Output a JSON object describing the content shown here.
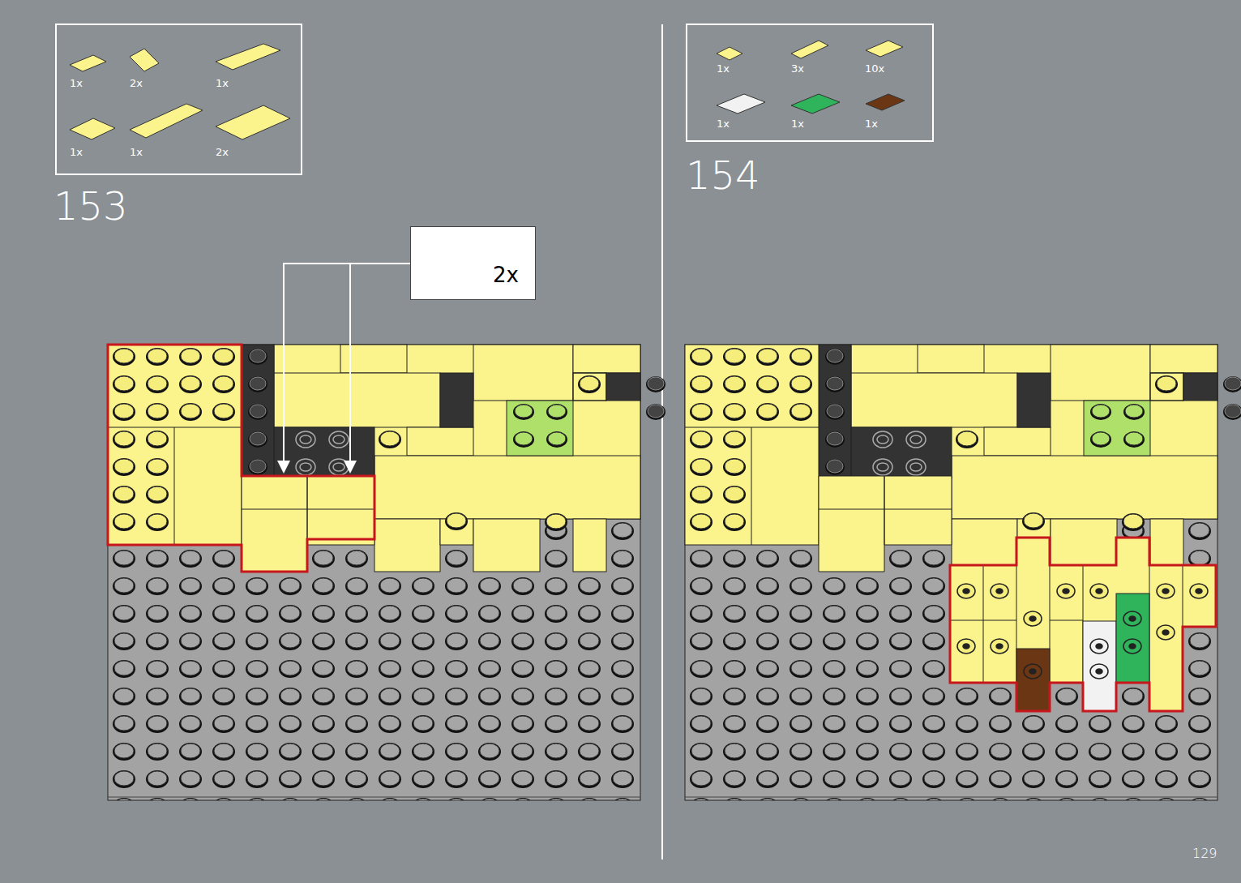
{
  "diagram": {
    "nodes": [
      {
        "text": [
          "1x",
          "2x",
          "1x",
          "1x",
          "1x",
          "2x"
        ]
      },
      {
        "text": [
          "2x"
        ]
      },
      {
        "text": [
          "1x",
          "3x",
          "10x",
          "1x",
          "1x",
          "1x"
        ]
      }
    ],
    "labels": [
      "153",
      "154",
      "129"
    ]
  }
}
